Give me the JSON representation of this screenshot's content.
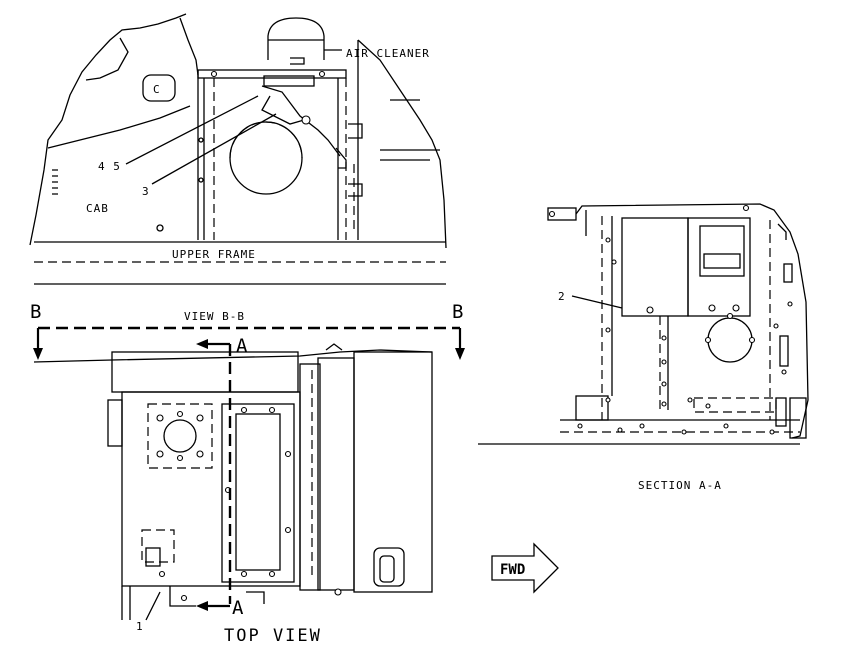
{
  "labels": {
    "air_cleaner": "AIR CLEANER",
    "cab": "CAB",
    "upper_frame": "UPPER FRAME",
    "view_bb": "VIEW B-B",
    "section_b_left": "B",
    "section_b_right": "B",
    "section_a_top": "A",
    "section_a_bottom": "A",
    "top_view": "TOP VIEW",
    "section_aa": "SECTION A-A",
    "fwd": "FWD",
    "cab_badge": "C"
  },
  "callouts": {
    "item_1": "1",
    "item_2": "2",
    "item_3": "3",
    "item_45": "4 5"
  }
}
